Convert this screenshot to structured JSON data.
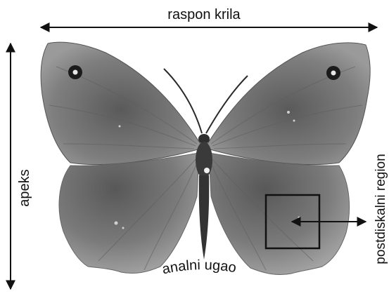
{
  "labels": {
    "wingspan": "raspon krila",
    "apex": "apeks",
    "anal_angle": "analni ugao",
    "postdiscal_region": "postdiskalni region"
  },
  "colors": {
    "background": "#ffffff",
    "ink": "#111111",
    "wing": "#7f7f7f",
    "wing_dark": "#4a4a4a",
    "body": "#3a3a3a"
  }
}
